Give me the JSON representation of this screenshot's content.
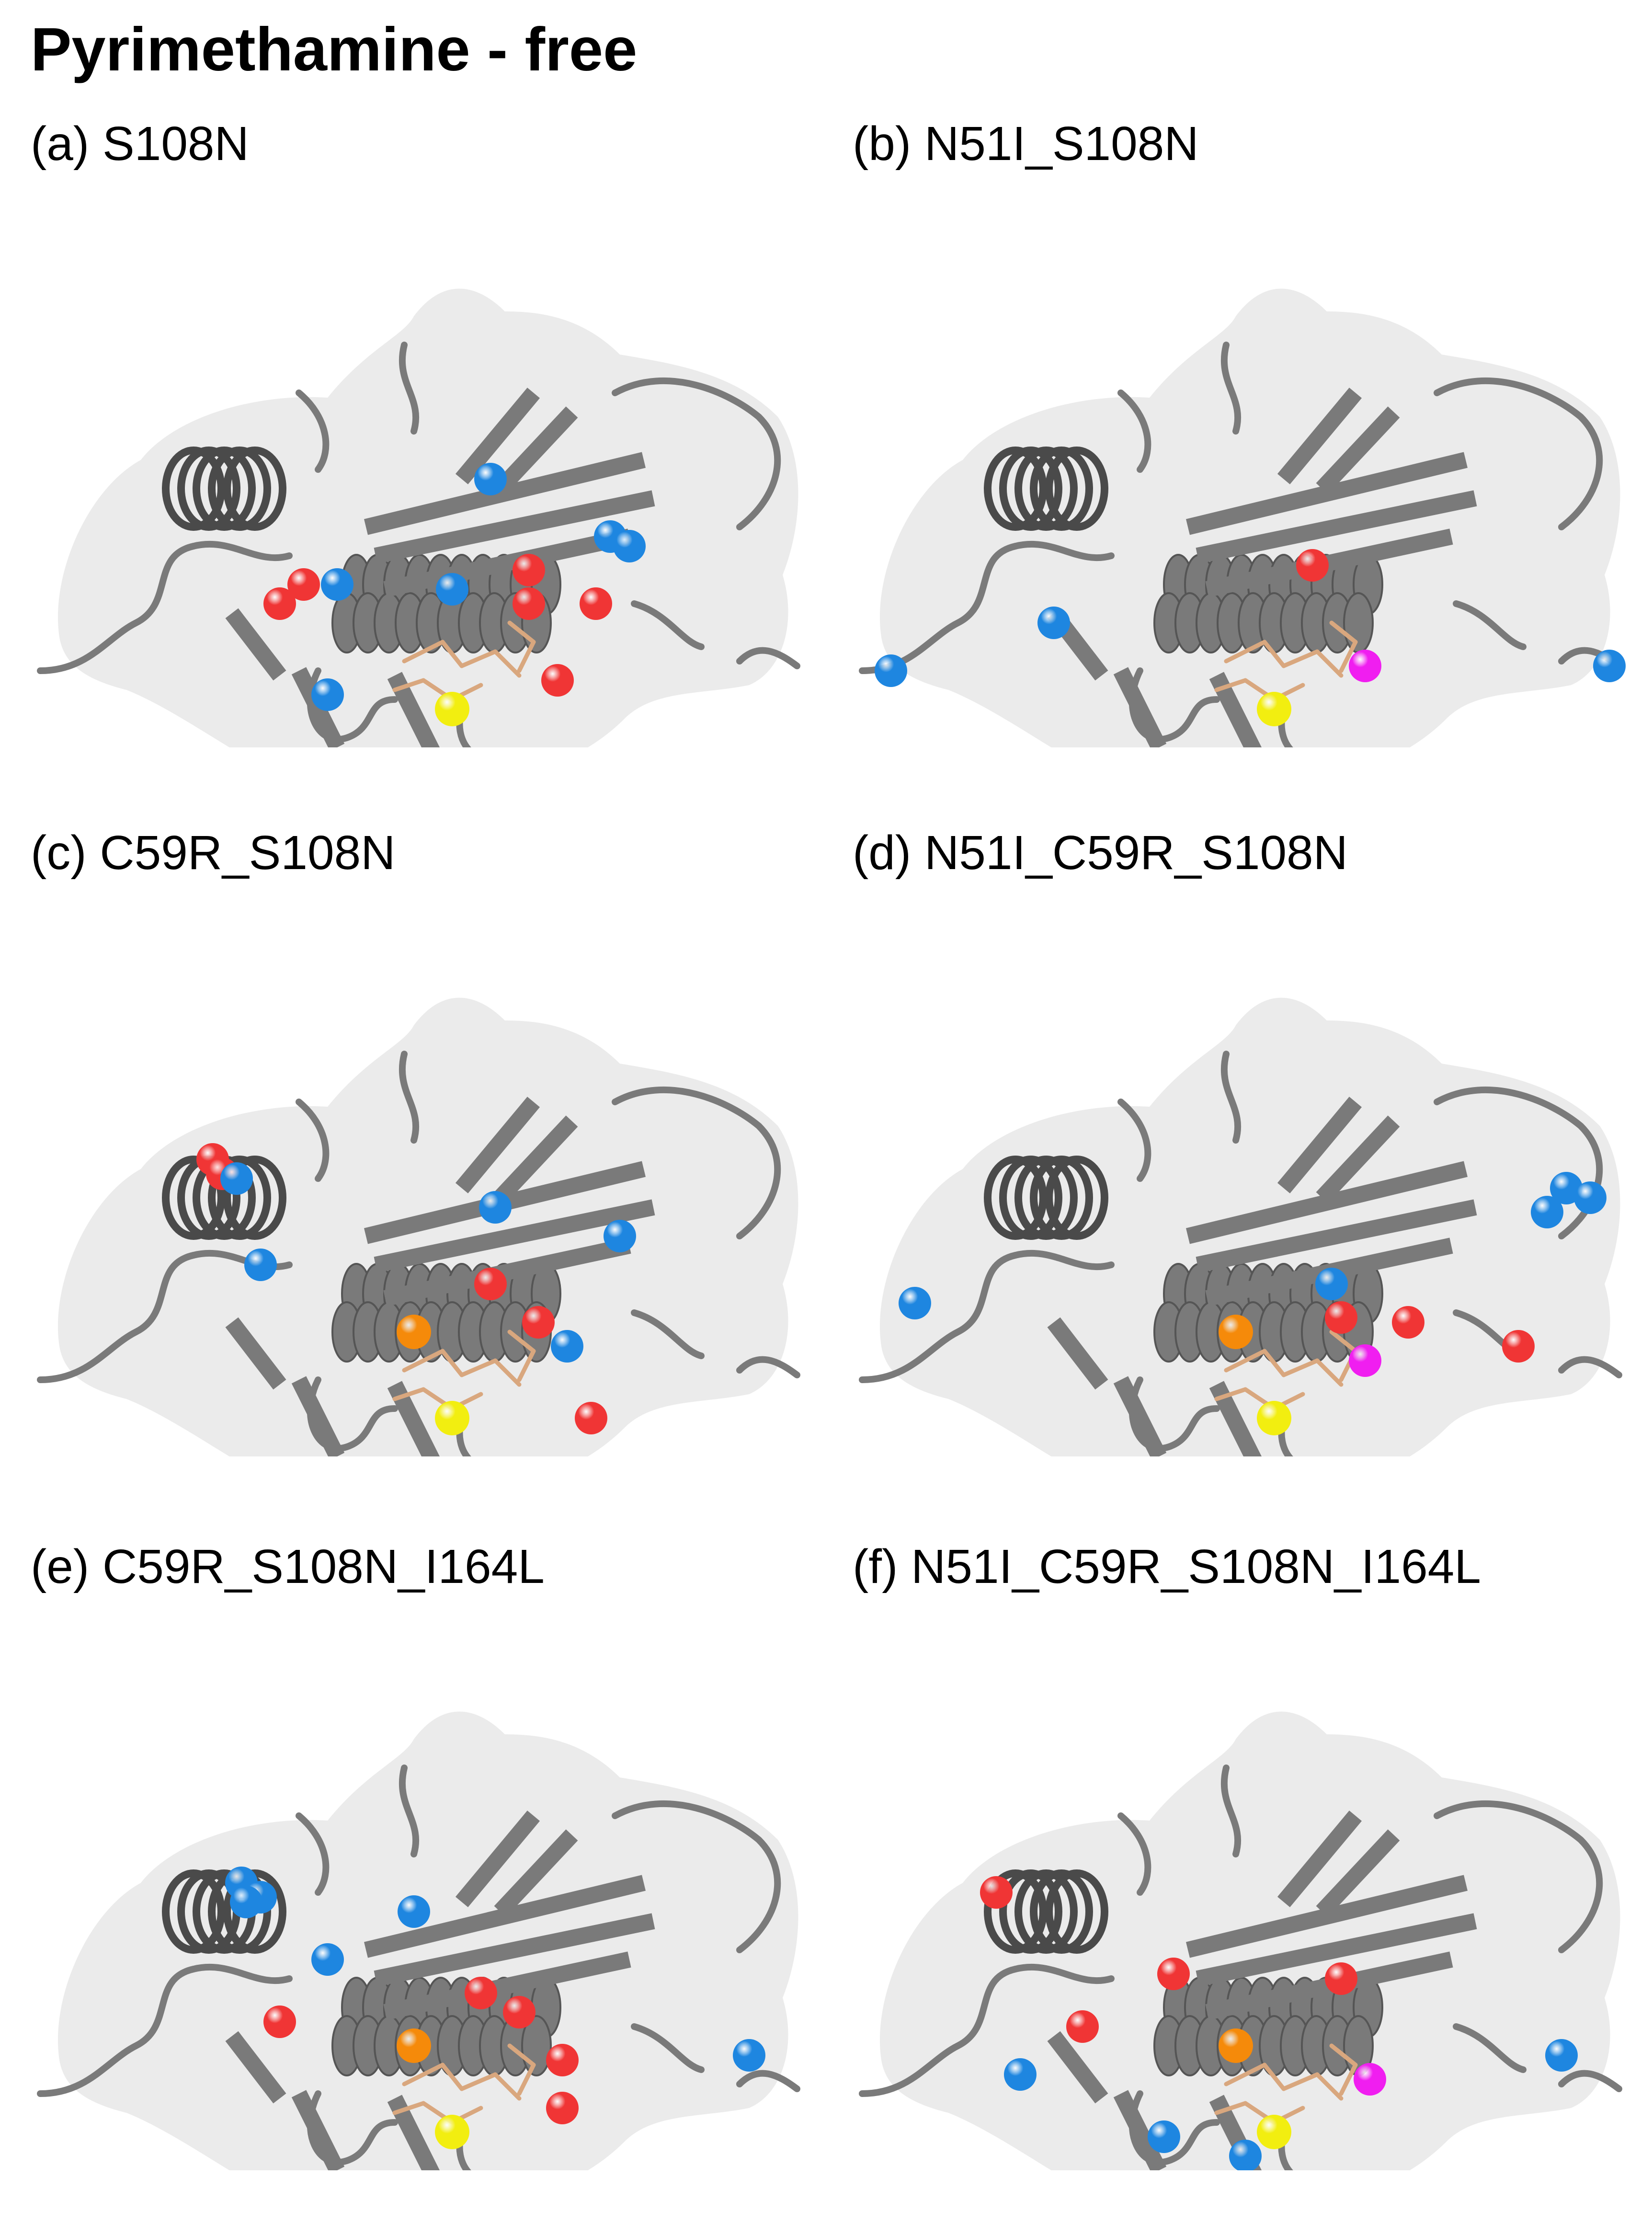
{
  "figure": {
    "title": "Pyrimethamine - free",
    "colors": {
      "surface": "#e4e4e4",
      "cartoon": "#7a7a7a",
      "red_sphere": "#f03535",
      "blue_sphere": "#1e86e0",
      "yellow_sphere": "#f2ee10",
      "orange_sphere": "#f58a0a",
      "magenta_sphere": "#f01ef0",
      "ligand": "#d9a77e"
    },
    "panels": [
      {
        "label": "(a) S108N",
        "has_orange": false,
        "has_magenta": false
      },
      {
        "label": "(b) N51I_S108N",
        "has_orange": false,
        "has_magenta": true
      },
      {
        "label": "(c) C59R_S108N",
        "has_orange": true,
        "has_magenta": false
      },
      {
        "label": "(d) N51I_C59R_S108N",
        "has_orange": true,
        "has_magenta": true
      },
      {
        "label": "(e) C59R_S108N_I164L",
        "has_orange": true,
        "has_magenta": false
      },
      {
        "label": "(f) N51I_C59R_S108N_I164L",
        "has_orange": true,
        "has_magenta": true
      }
    ]
  }
}
